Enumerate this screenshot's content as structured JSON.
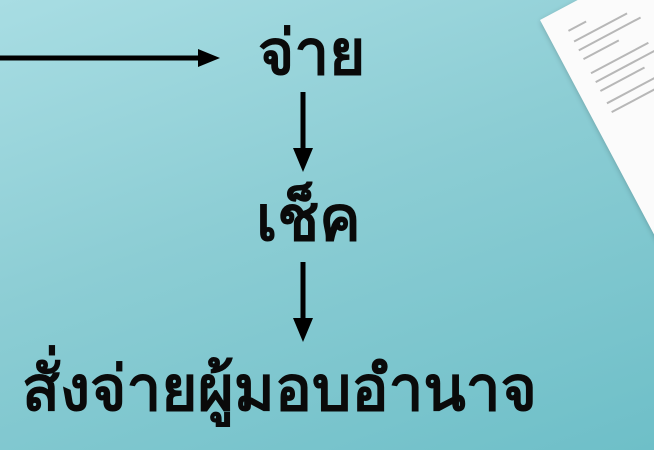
{
  "nodes": {
    "pay": "จ่าย",
    "check": "เช็ค",
    "order": "สั่งจ่ายผู้มอบอำนาจ"
  },
  "colors": {
    "background": "#8ccdd4",
    "text": "#0a0a0a",
    "arrow": "#000000"
  }
}
